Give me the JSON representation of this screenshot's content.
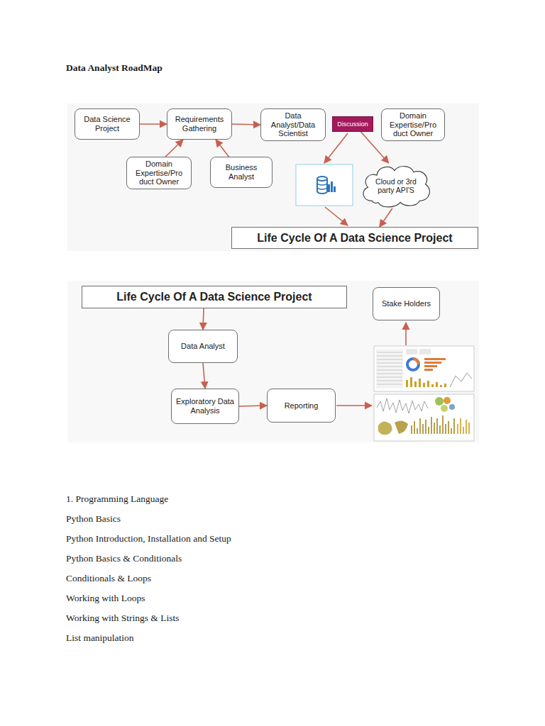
{
  "diagram": {
    "title": "Data Analyst RoadMap",
    "nodes": [
      {
        "text": [
          "Data Science Project"
        ]
      },
      {
        "text": [
          "Requirements Gathering"
        ]
      },
      {
        "text": [
          "Data Analyst/Data Scientist"
        ]
      },
      {
        "text": [
          "Discussion"
        ]
      },
      {
        "text": [
          "Domain Expertise/Pro duct Owner"
        ]
      },
      {
        "text": [
          "Domain Expertise/Pro duct Owner"
        ]
      },
      {
        "text": [
          "Business Analyst"
        ]
      },
      {
        "text": [
          "Cloud or 3rd party API'S"
        ]
      },
      {
        "text": [
          "Life Cycle Of A Data Science Project"
        ]
      },
      {
        "text": [
          "Life Cycle Of A Data Science Project"
        ]
      },
      {
        "text": [
          "Stake Holders"
        ]
      },
      {
        "text": [
          "Data Analyst"
        ]
      },
      {
        "text": [
          "Exploratory Data Analysis"
        ]
      },
      {
        "text": [
          "Reporting"
        ]
      }
    ],
    "edges": [
      {
        "from": 0,
        "to": 1,
        "arrow": "to"
      },
      {
        "from": 5,
        "to": 1,
        "arrow": "to"
      },
      {
        "from": 6,
        "to": 1,
        "arrow": "to"
      },
      {
        "from": 1,
        "to": 2,
        "arrow": "to"
      },
      {
        "from": 3,
        "to": 7,
        "arrow": "to"
      },
      {
        "from": 7,
        "to": 8,
        "arrow": "to"
      },
      {
        "from": 9,
        "to": 11,
        "arrow": "to"
      },
      {
        "from": 11,
        "to": 12,
        "arrow": "to"
      },
      {
        "from": 12,
        "to": 13,
        "arrow": "to"
      }
    ],
    "labels": [
      "1. Programming Language",
      "Python Basics",
      "Python Introduction, Installation and Setup",
      "Python Basics & Conditionals",
      "Conditionals & Loops",
      "Working with Loops",
      "Working with Strings & Lists",
      "List manipulation"
    ]
  }
}
